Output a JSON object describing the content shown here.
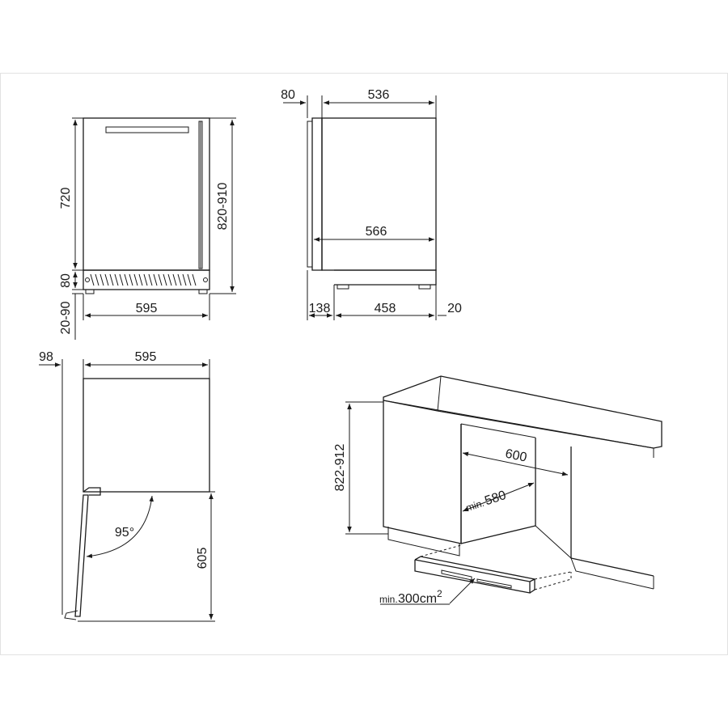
{
  "front_view": {
    "height_body": "720",
    "height_overall": "820-910",
    "height_plinth": "80",
    "feet_adjust": "20-90",
    "width": "595"
  },
  "side_view": {
    "door_depth": "80",
    "body_depth": "536",
    "total_depth": "566",
    "front_offset": "138",
    "feet_span": "458",
    "rear_gap": "20"
  },
  "top_view": {
    "door_offset": "98",
    "width": "595",
    "door_angle": "95°",
    "depth_open": "605"
  },
  "installation": {
    "niche_height": "822-912",
    "niche_width": "600",
    "niche_depth_prefix": "min.",
    "niche_depth": "580",
    "vent_prefix": "min.",
    "vent_area": "300cm",
    "vent_area_sup": "2"
  }
}
